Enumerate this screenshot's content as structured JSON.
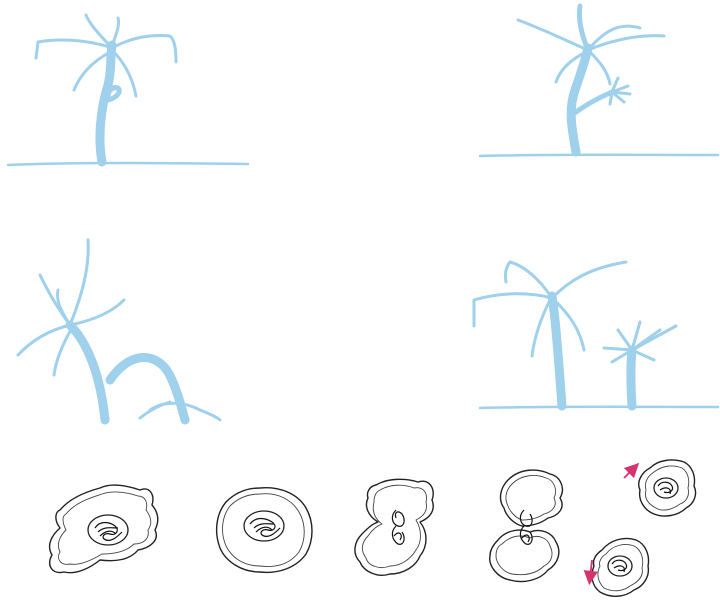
{
  "colors": {
    "plant": "#9fd0ec",
    "arrow": "#d6346e",
    "outline": "#222222"
  },
  "panels": [
    {
      "name": "plant-sketch-1"
    },
    {
      "name": "plant-sketch-2"
    },
    {
      "name": "plant-sketch-3"
    },
    {
      "name": "plant-sketch-4"
    }
  ],
  "cell_stages": [
    {
      "name": "amoeboid-cell"
    },
    {
      "name": "rounded-cell"
    },
    {
      "name": "dividing-cell-early"
    },
    {
      "name": "dividing-cell-late"
    },
    {
      "name": "daughter-cells"
    }
  ]
}
